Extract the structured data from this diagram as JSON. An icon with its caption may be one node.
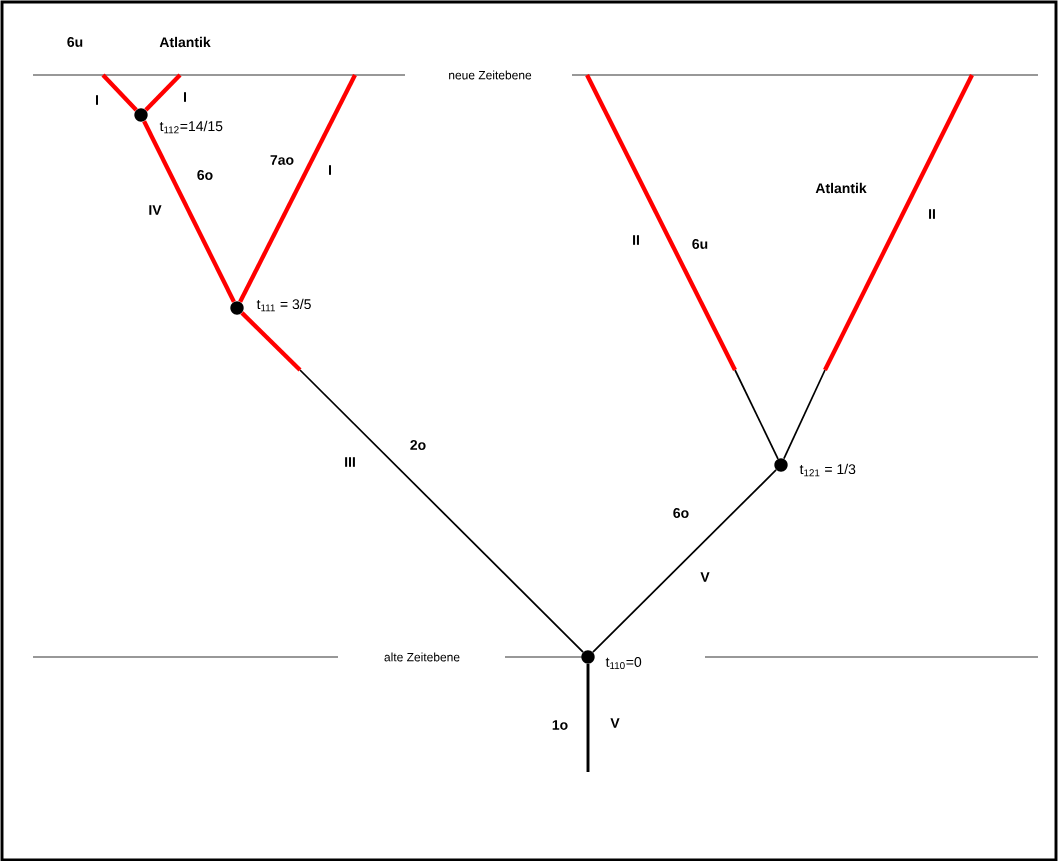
{
  "diagram": {
    "nodes": [
      {
        "text": [],
        "shape": "circle",
        "beside": [
          "t$_{112}$=14/15"
        ]
      },
      {
        "text": [],
        "shape": "circle",
        "beside": [
          "t$_{111}$ = 3/5"
        ]
      },
      {
        "text": [],
        "shape": "circle",
        "beside": [
          "t$_{121}$ = 1/3"
        ]
      },
      {
        "text": [],
        "shape": "circle",
        "beside": [
          "t$_{110}$=0"
        ]
      }
    ],
    "edges": [
      {
        "from": null,
        "to": 3,
        "arrow": "none",
        "color": "#000000",
        "label": "1o"
      },
      {
        "from": 3,
        "to": 1,
        "arrow": "none",
        "color": "#000000",
        "label": "2o"
      },
      {
        "from": 3,
        "to": 2,
        "arrow": "none",
        "color": "#000000",
        "label": "6o"
      },
      {
        "from": 1,
        "to": 0,
        "arrow": "none",
        "label": "6o"
      },
      {
        "from": 1,
        "to": null,
        "arrow": "none",
        "label": "7ao"
      },
      {
        "from": 0,
        "to": null,
        "arrow": "none",
        "label": "I"
      },
      {
        "from": 0,
        "to": null,
        "arrow": "none",
        "label": "I"
      },
      {
        "from": 2,
        "to": null,
        "arrow": "none",
        "label": "6u"
      },
      {
        "from": 2,
        "to": null,
        "arrow": "none",
        "label": "II"
      }
    ],
    "labels": [
      "6u",
      "Atlantik",
      "neue Zeitebene",
      "I",
      "Atlantik",
      "IV",
      "II",
      "III",
      "V",
      "alte Zeitebene",
      "V"
    ]
  }
}
